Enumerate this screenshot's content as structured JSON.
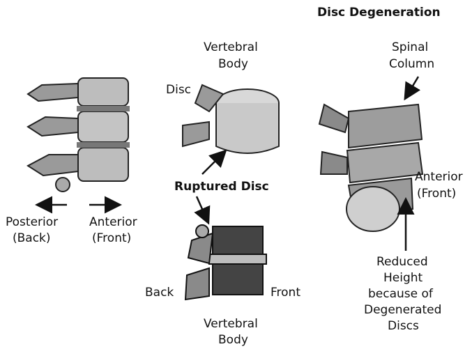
{
  "title": "Disc Degeneration",
  "left_figure": {
    "posterior_label": "Posterior",
    "posterior_sub": "(Back)",
    "anterior_label": "Anterior",
    "anterior_sub": "(Front)"
  },
  "middle_figure": {
    "vertebral_body_top_1": "Vertebral",
    "vertebral_body_top_2": "Body",
    "disc_label": "Disc",
    "ruptured_disc_label": "Ruptured Disc",
    "back_label": "Back",
    "front_label": "Front",
    "vertebral_body_bottom_1": "Vertebral",
    "vertebral_body_bottom_2": "Body"
  },
  "right_figure": {
    "spinal_column_1": "Spinal",
    "spinal_column_2": "Column",
    "anterior_label": "Anterior",
    "anterior_sub": "(Front)",
    "reduced_1": "Reduced",
    "reduced_2": "Height",
    "reduced_3": "because of",
    "reduced_4": "Degenerated",
    "reduced_5": "Discs"
  }
}
